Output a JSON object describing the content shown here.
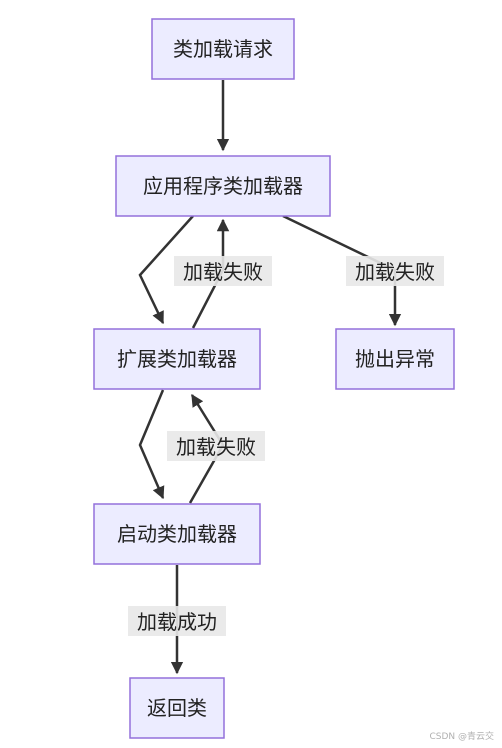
{
  "diagram": {
    "nodes": {
      "request": "类加载请求",
      "app_loader": "应用程序类加载器",
      "ext_loader": "扩展类加载器",
      "boot_loader": "启动类加载器",
      "throw_exception": "抛出异常",
      "return_class": "返回类"
    },
    "edge_labels": {
      "ext_to_app_fail": "加载失败",
      "app_to_exception_fail": "加载失败",
      "boot_to_ext_fail": "加载失败",
      "boot_to_return_success": "加载成功"
    }
  },
  "watermark": "CSDN @青云交"
}
